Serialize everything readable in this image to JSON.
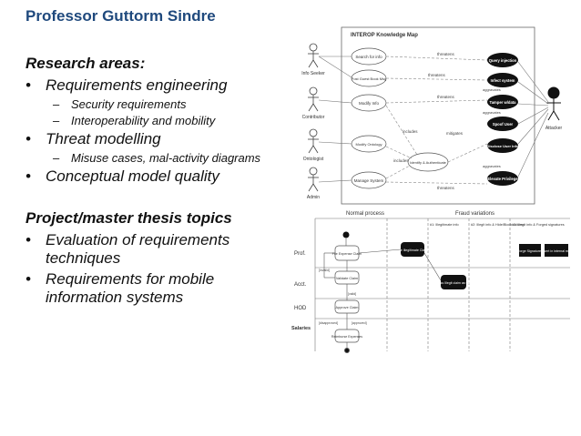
{
  "slide": {
    "title": "Professor Guttorm Sindre",
    "research_heading": "Research areas:",
    "bullets": [
      {
        "text": "Requirements engineering",
        "subs": [
          "Security requirements",
          "Interoperability and mobility"
        ]
      },
      {
        "text": "Threat modelling",
        "subs": [
          "Misuse cases, mal-activity diagrams"
        ]
      },
      {
        "text": "Conceptual model quality",
        "subs": []
      }
    ],
    "topics_heading": "Project/master thesis topics",
    "topics": [
      "Evaluation of requirements techniques",
      "Requirements for mobile information systems"
    ],
    "bullet_marker": "•",
    "sub_marker": "–"
  },
  "diagram_top": {
    "title": "INTEROP Knowledge Map",
    "actors_left": [
      "Info Seeker",
      "Contributor",
      "Ontologist",
      "Admin"
    ],
    "usecases": [
      "Search for info",
      "Post Guest Book Msg",
      "Modify Info",
      "Modify Ontology",
      "Identify & Authenticate",
      "Manage System"
    ],
    "misuse_cases": [
      "Query injection",
      "Infect system",
      "Tamper w/data",
      "Spoof User",
      "Disclose User Info",
      "Elevate Privilege"
    ],
    "attacker": "Attacker",
    "edge_labels": {
      "threatens": "threatens",
      "aggravates": "aggravates",
      "includes": "includes",
      "mitigates": "mitigates"
    }
  },
  "diagram_bottom": {
    "col_normal": "Normal process",
    "col_fraud": "Fraud variations",
    "lanes": [
      "Prof.",
      "Acct.",
      "HOD",
      "Salaries"
    ],
    "fraud_notes": [
      "#1: Illegitimate info",
      "#2: Illegit info & Hide/Block column",
      "#3: Illegit info & Forged signatures"
    ],
    "activities": [
      "File Expense Claim",
      "Validate Claim",
      "Approve Claim",
      "Reimburse Expenses"
    ],
    "mal_activities": [
      "File Illegitimate Claim",
      "Pass Illegit claim as OK"
    ],
    "right_boxes": [
      "Forge Signatures",
      "Insert in internal mail"
    ],
    "guards": [
      "[invalid]",
      "[valid]",
      "[disapproved]",
      "[approved]"
    ]
  }
}
